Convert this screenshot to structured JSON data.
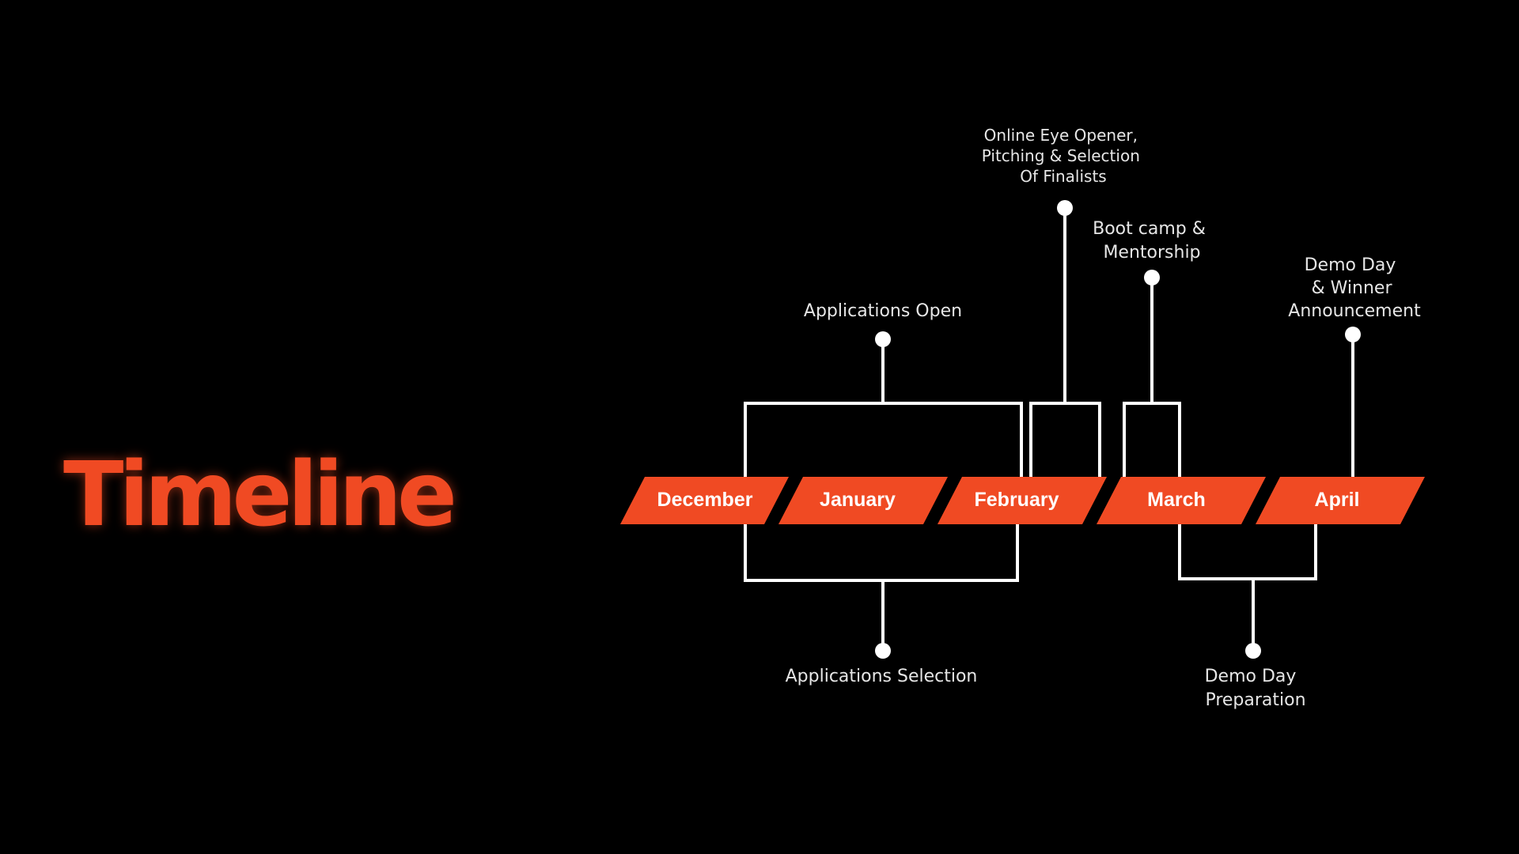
{
  "title": "Timeline",
  "colors": {
    "accent": "#F04A23",
    "background": "#000000",
    "line": "#ffffff",
    "text": "#e6e6e6"
  },
  "months": [
    "December",
    "January",
    "February",
    "March",
    "April"
  ],
  "events": {
    "applications_open": [
      "Applications Open"
    ],
    "online_eye_opener": [
      "Online Eye Opener,",
      "Pitching & Selection",
      "Of Finalists"
    ],
    "boot_camp": [
      "Boot camp &",
      "Mentorship"
    ],
    "demo_day_winner": [
      "Demo Day",
      "& Winner",
      "Announcement"
    ],
    "applications_selection": [
      "Applications Selection"
    ],
    "demo_day_preparation": [
      "Demo Day",
      "Preparation"
    ]
  }
}
